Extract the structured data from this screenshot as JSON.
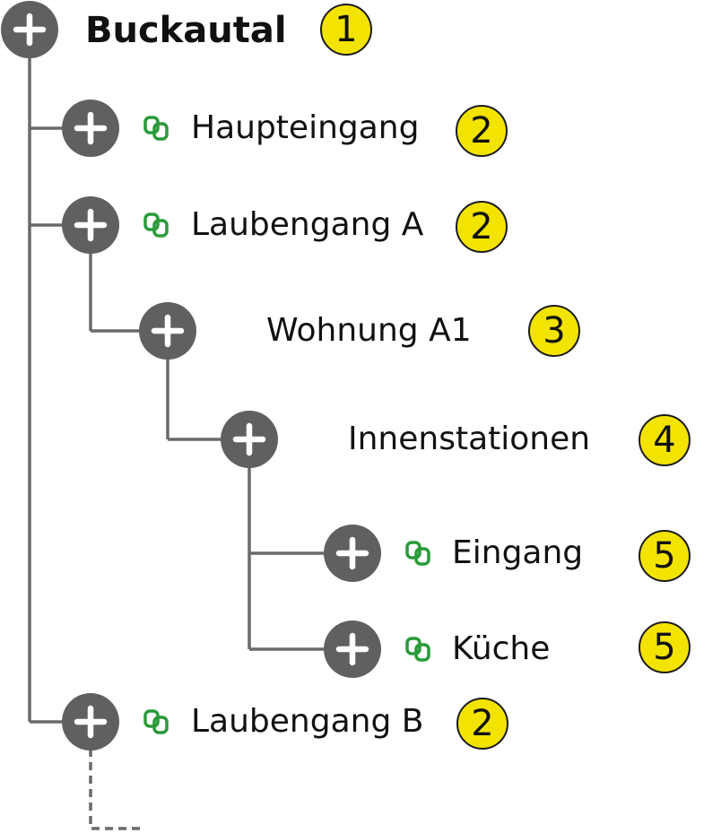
{
  "colors": {
    "connector": "#6a6a6a",
    "button_fill": "#606060",
    "button_plus": "#ffffff",
    "link_icon": "#2a9a3a",
    "badge_fill": "#f3e300",
    "badge_border": "#1b1b1b"
  },
  "icons": {
    "expand": "plus-circle-icon",
    "link": "chain-link-icon"
  },
  "tree": {
    "root": {
      "label": "Buckautal",
      "level": "1"
    },
    "haupteingang": {
      "label": "Haupteingang",
      "level": "2"
    },
    "laubengang_a": {
      "label": "Laubengang A",
      "level": "2"
    },
    "wohnung_a1": {
      "label": "Wohnung A1",
      "level": "3"
    },
    "innenstationen": {
      "label": "Innenstationen",
      "level": "4"
    },
    "eingang": {
      "label": "Eingang",
      "level": "5"
    },
    "kueche": {
      "label": "Küche",
      "level": "5"
    },
    "laubengang_b": {
      "label": "Laubengang B",
      "level": "2"
    }
  }
}
